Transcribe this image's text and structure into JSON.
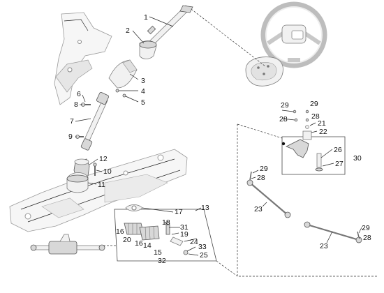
{
  "callouts": {
    "c1": "1",
    "c2": "2",
    "c3": "3",
    "c4": "4",
    "c5": "5",
    "c6": "6",
    "c7": "7",
    "c8": "8",
    "c9": "9",
    "c10": "10",
    "c11": "11",
    "c12": "12",
    "c13": "13",
    "c14": "14",
    "c15": "15",
    "c16a": "16",
    "c16b": "16",
    "c17": "17",
    "c18": "18",
    "c19": "19",
    "c20": "20",
    "c21": "21",
    "c22": "22",
    "c23a": "23",
    "c23b": "23",
    "c24": "24",
    "c25": "25",
    "c26": "26",
    "c27": "27",
    "c28a": "28",
    "c28b": "28",
    "c28c": "28",
    "c28d": "28",
    "c29a": "29",
    "c29b": "29",
    "c29c": "29",
    "c29d": "29",
    "c30": "30",
    "c31": "31",
    "c32": "32",
    "c33": "33"
  }
}
